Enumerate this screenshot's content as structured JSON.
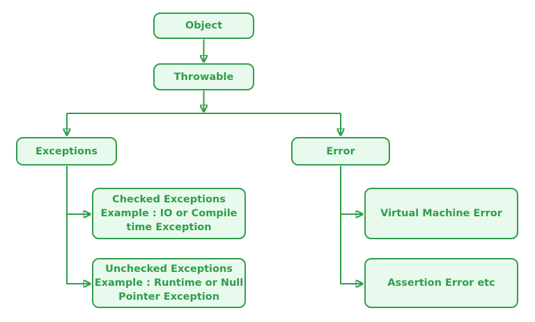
{
  "colors": {
    "accent": "#2f9e49",
    "node_fill": "#e8f9ed",
    "background": "#ffffff"
  },
  "diagram": {
    "type": "flowchart",
    "nodes": {
      "object": {
        "label": "Object",
        "lines": [
          "Object"
        ]
      },
      "throwable": {
        "label": "Throwable",
        "lines": [
          "Throwable"
        ]
      },
      "exceptions": {
        "label": "Exceptions",
        "lines": [
          "Exceptions"
        ]
      },
      "error": {
        "label": "Error",
        "lines": [
          "Error"
        ]
      },
      "checked": {
        "label": "Checked Exceptions Example : IO or Compile time Exception",
        "lines": [
          "Checked Exceptions",
          "Example : IO or Compile",
          "time Exception"
        ]
      },
      "unchecked": {
        "label": "Unchecked Exceptions Example : Runtime or Null Pointer Exception",
        "lines": [
          "Unchecked Exceptions",
          "Example : Runtime or Null",
          "Pointer Exception"
        ]
      },
      "virtual_machine": {
        "label": "Virtual Machine Error",
        "lines": [
          "Virtual Machine Error"
        ]
      },
      "assertion": {
        "label": "Assertion Error etc",
        "lines": [
          "Assertion Error etc"
        ]
      }
    },
    "edges": [
      {
        "from": "object",
        "to": "throwable"
      },
      {
        "from": "throwable",
        "to": "exceptions"
      },
      {
        "from": "throwable",
        "to": "error"
      },
      {
        "from": "exceptions",
        "to": "checked"
      },
      {
        "from": "exceptions",
        "to": "unchecked"
      },
      {
        "from": "error",
        "to": "virtual_machine"
      },
      {
        "from": "error",
        "to": "assertion"
      }
    ]
  }
}
